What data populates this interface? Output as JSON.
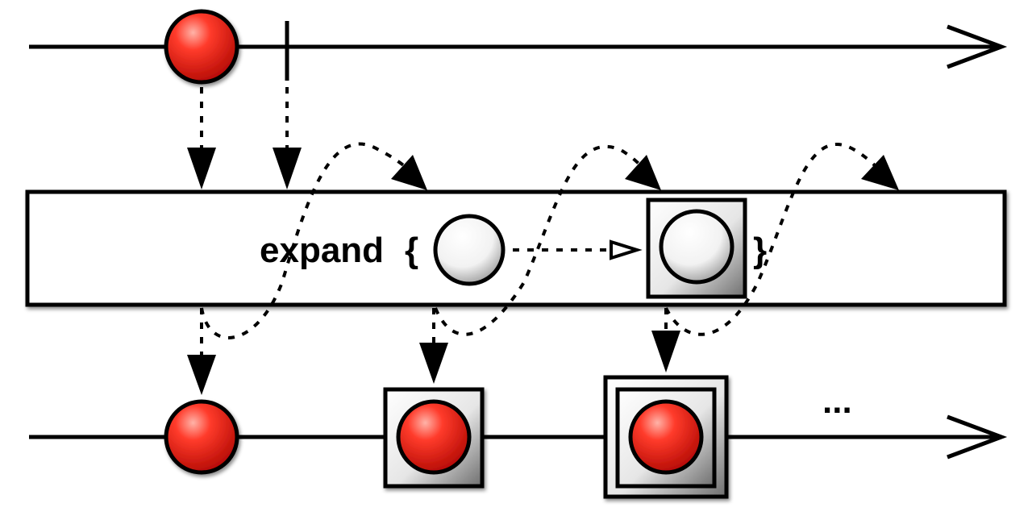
{
  "operator": {
    "label": "expand",
    "open_brace": "{",
    "close_brace": "}"
  },
  "output": {
    "continuation": "..."
  },
  "colors": {
    "marble": "#e21b12",
    "marble_highlight": "#ffb3a8",
    "box_fill": "#ffffff",
    "stroke": "#000000"
  },
  "marbles": {
    "input": [
      "red-circle"
    ],
    "output": [
      "red-circle",
      "boxed-red-circle",
      "double-boxed-red-circle"
    ]
  }
}
